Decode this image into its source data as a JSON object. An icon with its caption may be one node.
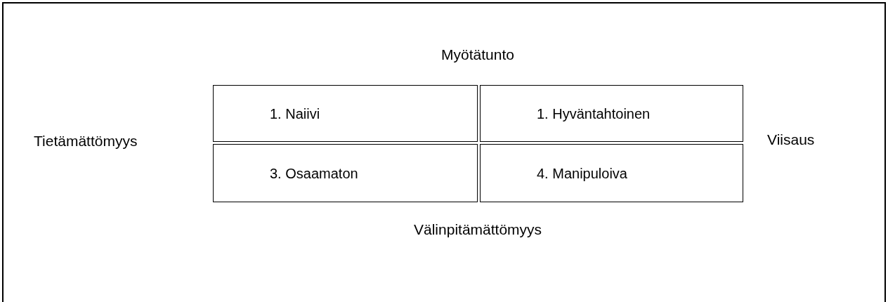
{
  "diagram": {
    "nodes": [
      {
        "text": [
          "1. Naiivi"
        ]
      },
      {
        "text": [
          "1. Hyväntahtoinen"
        ]
      },
      {
        "text": [
          "3. Osaamaton"
        ]
      },
      {
        "text": [
          "4. Manipuloiva"
        ]
      }
    ],
    "labels": [
      "Myötätunto",
      "Tietämättömyys",
      "Viisaus",
      "Välinpitämättömyys"
    ]
  }
}
